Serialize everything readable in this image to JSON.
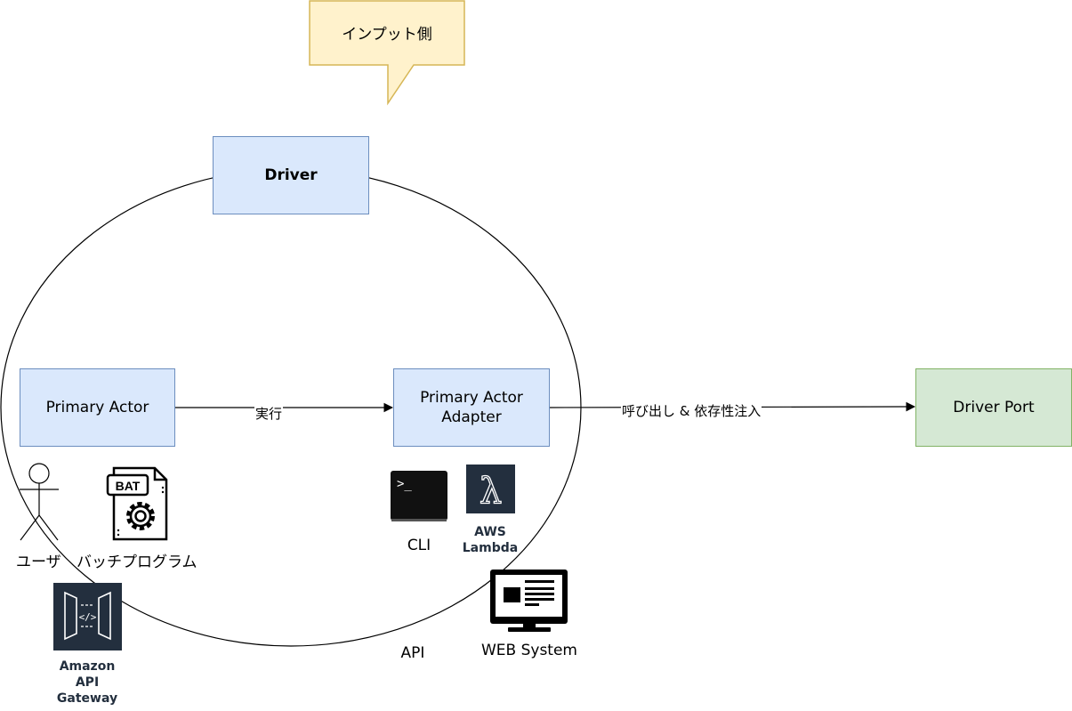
{
  "callout": {
    "text": "インプット側"
  },
  "nodes": {
    "driver": "Driver",
    "primary_actor": "Primary Actor",
    "primary_actor_adapter": "Primary Actor Adapter",
    "driver_port": "Driver Port"
  },
  "edges": {
    "execute": "実行",
    "call_and_inject": "呼び出し & 依存性注入"
  },
  "icons": {
    "user": {
      "label": "ユーザ",
      "icon": "stick-figure-icon"
    },
    "batch": {
      "label": "バッチプログラム",
      "icon": "bat-file-gear-icon",
      "badge": "BAT"
    },
    "cli": {
      "label": "CLI",
      "icon": "terminal-icon",
      "prompt": ">_"
    },
    "lambda": {
      "label": "AWS Lambda",
      "icon": "aws-lambda-icon",
      "glyph": "λ"
    },
    "web": {
      "label": "WEB System",
      "icon": "monitor-icon"
    },
    "api": {
      "label": "API"
    },
    "api_gateway": {
      "label": "Amazon API Gateway",
      "icon": "aws-api-gateway-icon",
      "glyph": "</>"
    }
  },
  "colors": {
    "blue_fill": "#dae8fc",
    "blue_stroke": "#6c8ebf",
    "green_fill": "#d5e8d4",
    "green_stroke": "#82b366",
    "callout_fill": "#fff2cc",
    "callout_stroke": "#d6b656",
    "aws_dark": "#232f3e"
  }
}
